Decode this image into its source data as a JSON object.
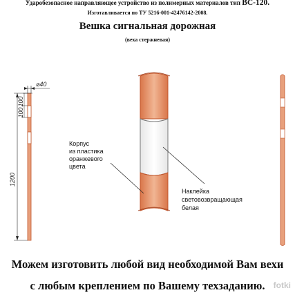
{
  "header": {
    "line1": "Ударобезопасное направляющее устройство из полимерных материалов тип",
    "line1_model": "ВС-120.",
    "line2": "Изготавливается по ТУ 5216-001-42476142-2008."
  },
  "title": "Вешка сигнальная дорожная",
  "subtitle": "(веха стержневая)",
  "dimensions": {
    "diameter": "⌀40",
    "top": "100",
    "second": "100",
    "length": "1200"
  },
  "callouts": {
    "body": [
      "Корпус",
      "из пластика",
      "оранжевого",
      "цвета"
    ],
    "sticker": [
      "Наклейка",
      "световозвращающая",
      "белая"
    ]
  },
  "footer": {
    "line1": "Можем изготовить любой вид необходимой Вам вехи",
    "line2": "с любым креплением по Вашему техзаданию."
  },
  "watermark": "fotki",
  "colors": {
    "orange": "#e8a07c",
    "orange_edge": "#c0552b",
    "white_band": "#ffffff"
  }
}
